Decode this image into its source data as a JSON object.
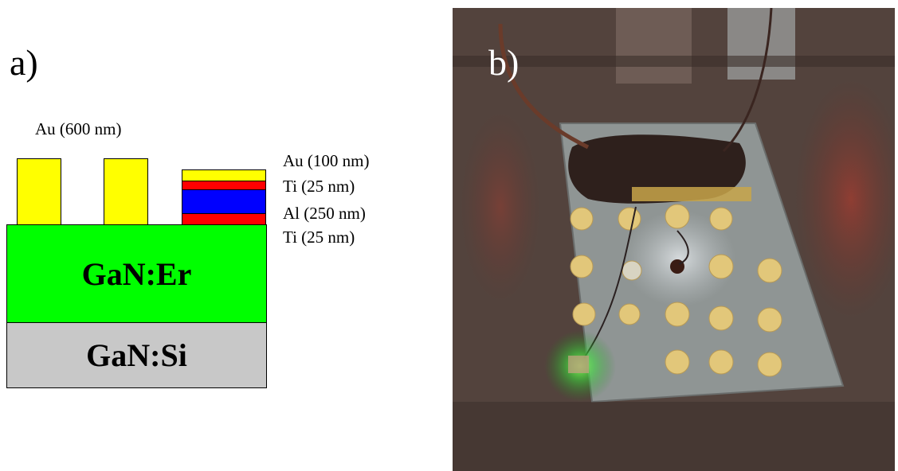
{
  "panel_a": {
    "label": "a)",
    "contact_label": "Au (600 nm)",
    "stack_labels": [
      "Au (100 nm)",
      "Ti (25 nm)",
      "Al (250 nm)",
      "Ti (25 nm)"
    ],
    "layer_top": "GaN:Er",
    "layer_bottom": "GaN:Si"
  },
  "panel_b": {
    "label": "b)"
  },
  "colors": {
    "gold": "#ffff00",
    "titanium": "#ff0000",
    "aluminum": "#0000ff",
    "gan_er": "#00ff00",
    "gan_si": "#c8c8c8"
  }
}
